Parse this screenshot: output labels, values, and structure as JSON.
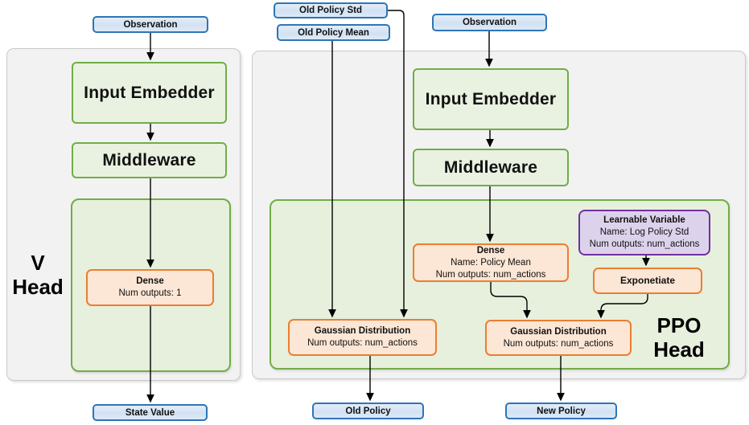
{
  "diagram": {
    "title_semantics": "RL network architecture with V Head and PPO Head",
    "io_boxes": {
      "observation_left": "Observation",
      "old_policy_std": "Old Policy Std",
      "old_policy_mean": "Old Policy Mean",
      "observation_right": "Observation",
      "state_value": "State Value",
      "old_policy": "Old Policy",
      "new_policy": "New Policy"
    },
    "v_head": {
      "label_line1": "V",
      "label_line2": "Head",
      "input_embedder": "Input Embedder",
      "middleware": "Middleware",
      "dense": {
        "title": "Dense",
        "lines": [
          "Num outputs: 1"
        ]
      }
    },
    "ppo_head": {
      "label_line1": "PPO",
      "label_line2": "Head",
      "input_embedder": "Input Embedder",
      "middleware": "Middleware",
      "dense": {
        "title": "Dense",
        "lines": [
          "Name: Policy Mean",
          "Num outputs: num_actions"
        ]
      },
      "learnable_variable": {
        "title": "Learnable Variable",
        "lines": [
          "Name: Log Policy Std",
          "Num outputs: num_actions"
        ]
      },
      "exponetiate": "Exponetiate",
      "gaussian_old": {
        "title": "Gaussian Distribution",
        "lines": [
          "Num outputs: num_actions"
        ]
      },
      "gaussian_new": {
        "title": "Gaussian Distribution",
        "lines": [
          "Num outputs: num_actions"
        ]
      }
    },
    "colors": {
      "green_border": "#70ad47",
      "green_fill": "#e9f2e1",
      "orange_border": "#ed7d31",
      "orange_fill": "#fce6d5",
      "purple_border": "#7030a0",
      "purple_fill": "#ddd2ec",
      "blue_border": "#2e75b6",
      "blue_fill": "#d8e6f5",
      "panel_fill": "#f2f2f2",
      "panel_border": "#c9c9c9",
      "arrow": "#000000"
    }
  }
}
